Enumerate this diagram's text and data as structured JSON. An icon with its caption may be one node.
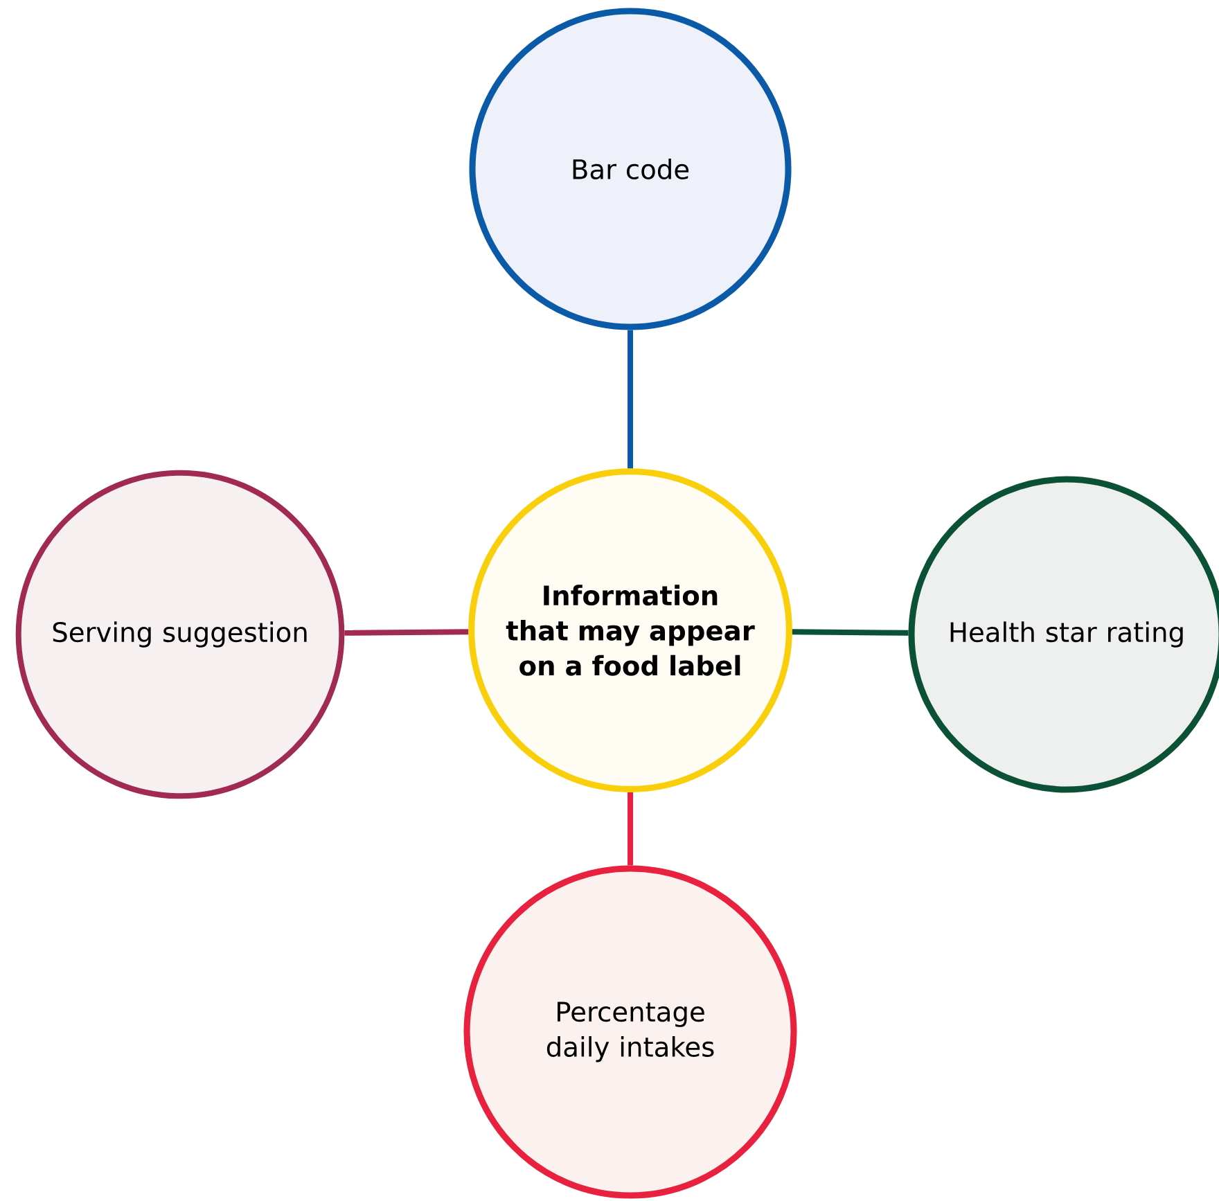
{
  "diagram": {
    "nodes": [
      {
        "text": [
          "Bar code"
        ]
      },
      {
        "text": [
          "Serving suggestion"
        ]
      },
      {
        "text": [
          "Information that may appear on a food label"
        ]
      },
      {
        "text": [
          "Health star rating"
        ]
      },
      {
        "text": [
          "Percentage daily intakes"
        ]
      }
    ],
    "edges": [
      {
        "from": 2,
        "to": 0,
        "arrow": "none",
        "color": "#0a5aa8"
      },
      {
        "from": 2,
        "to": 1,
        "arrow": "none",
        "color": "#a12a55"
      },
      {
        "from": 2,
        "to": 3,
        "arrow": "none",
        "color": "#0b5136"
      },
      {
        "from": 2,
        "to": 4,
        "arrow": "none",
        "color": "#e8213f"
      }
    ]
  }
}
